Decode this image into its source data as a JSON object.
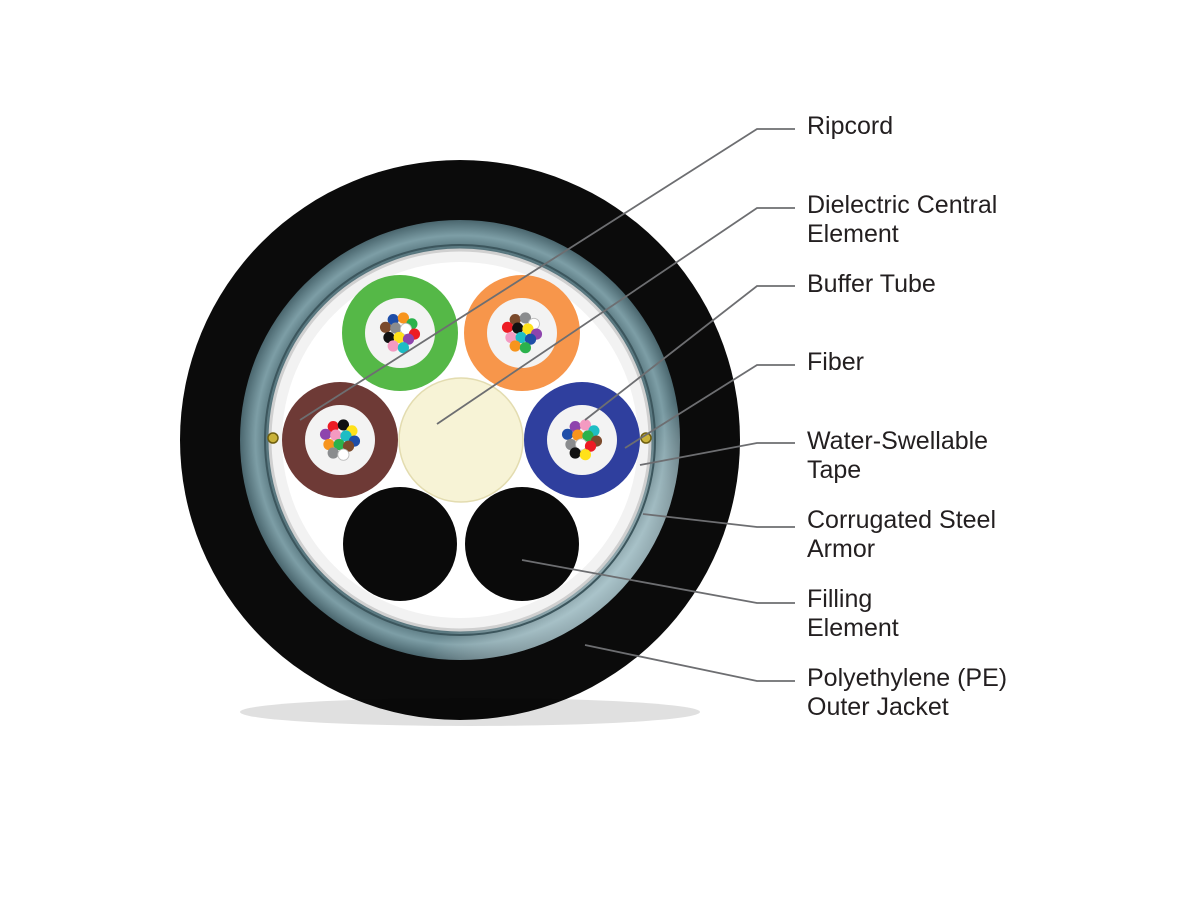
{
  "labels": [
    {
      "id": "ripcord",
      "lines": [
        "Ripcord"
      ]
    },
    {
      "id": "dielectric-central-element",
      "lines": [
        "Dielectric Central",
        "Element"
      ]
    },
    {
      "id": "buffer-tube",
      "lines": [
        "Buffer Tube"
      ]
    },
    {
      "id": "fiber",
      "lines": [
        "Fiber"
      ]
    },
    {
      "id": "water-swellable-tape",
      "lines": [
        "Water-Swellable",
        "Tape"
      ]
    },
    {
      "id": "corrugated-steel-armor",
      "lines": [
        "Corrugated Steel",
        "Armor"
      ]
    },
    {
      "id": "filling-element",
      "lines": [
        "Filling",
        "Element"
      ]
    },
    {
      "id": "pe-outer-jacket",
      "lines": [
        "Polyethylene (PE)",
        "Outer Jacket"
      ]
    }
  ],
  "colors": {
    "jacket": "#0b0b0b",
    "armor": "#5f7f88",
    "armor_highlight": "#9fbcc4",
    "tape": "#f4f4f4",
    "central_element": "#f7f3d6",
    "filler": "#0a0a0a",
    "tube_green": "#55b847",
    "tube_orange": "#f7964b",
    "tube_brown": "#6e3a36",
    "tube_blue": "#2f3f9e",
    "leader": "#6d6e71",
    "text": "#231f20"
  },
  "fiber_colors": [
    "#1f4ea8",
    "#f7941d",
    "#2bb24c",
    "#7b4a2c",
    "#8a8c8e",
    "#ffffff",
    "#ed1c24",
    "#111111",
    "#ffe11a",
    "#8e44ad",
    "#f49ac1",
    "#1ebdc4"
  ]
}
